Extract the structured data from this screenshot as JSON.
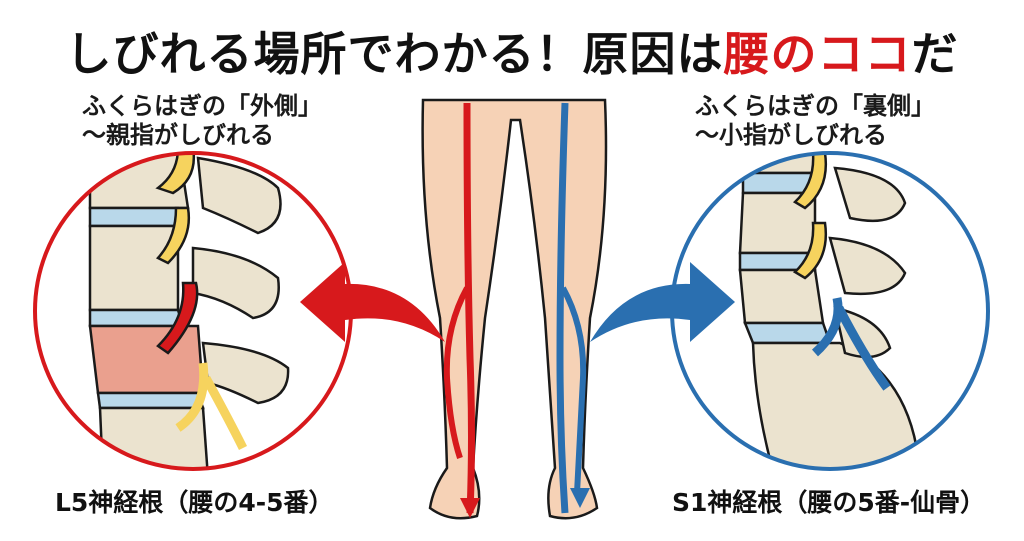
{
  "title": {
    "prefix": "しびれる場所でわかる！原因は",
    "highlight": "腰のココ",
    "suffix": "だ",
    "highlight_color": "#d7191c"
  },
  "left_panel": {
    "caption_line1": "ふくらはぎの「外側」",
    "caption_line2": "～親指がしびれる",
    "label": "L5神経根（腰の4-5番）",
    "accent_color": "#d7191c"
  },
  "right_panel": {
    "caption_line1": "ふくらはぎの「裏側」",
    "caption_line2": "～小指がしびれる",
    "label": "S1神経根（腰の5番-仙骨）",
    "accent_color": "#2a6fb0"
  },
  "colors": {
    "skin": "#f6d2b6",
    "bone": "#ebe3cf",
    "disc": "#b9d8ea",
    "nerve": "#f6d35e",
    "inflamed": "#eaa08e"
  }
}
